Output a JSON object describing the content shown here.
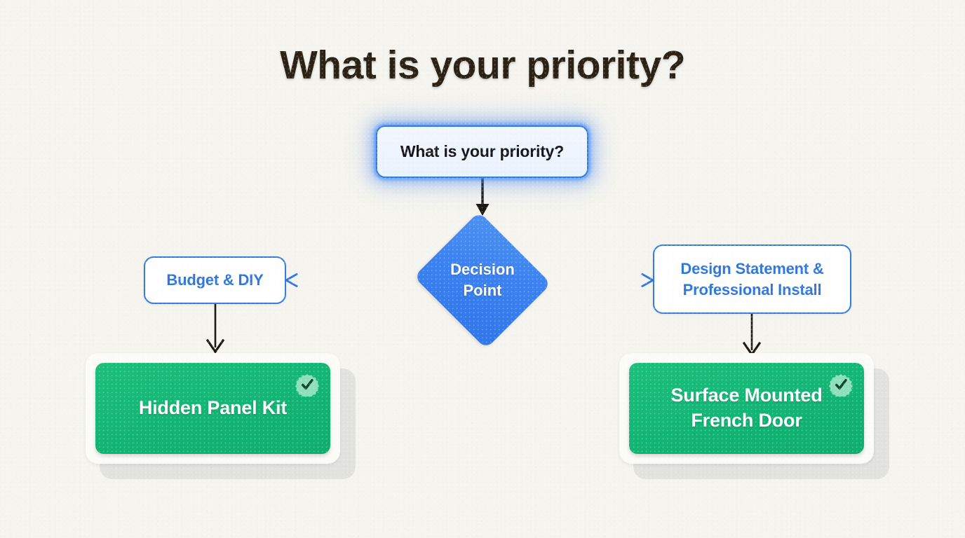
{
  "page": {
    "title": "What is your priority?",
    "background_color": "#f5f4ee",
    "title_color": "#2b2114"
  },
  "colors": {
    "accent_blue": "#3b82f1",
    "border_blue": "#2f7de1",
    "text_blue": "#2f77de",
    "success_green": "#11b473",
    "badge_green": "#7fdcaf",
    "arrow_dark": "#1d1a15",
    "card_paper": "#fbfbf8",
    "card_shadow": "#e2e2de"
  },
  "flowchart": {
    "type": "decision-tree",
    "root": {
      "label": "What is your priority?",
      "shape": "rounded-rect",
      "style": "glow"
    },
    "decision": {
      "label_line1": "Decision",
      "label_line2": "Point",
      "shape": "diamond"
    },
    "branches": [
      {
        "side": "left",
        "label": "Budget & DIY",
        "outcome": {
          "label_line1": "Hidden Panel Kit",
          "label_line2": "",
          "badge": "verified-check"
        }
      },
      {
        "side": "right",
        "label_line1": "Design Statement &",
        "label_line2": "Professional Install",
        "outcome": {
          "label_line1": "Surface Mounted",
          "label_line2": "French Door",
          "badge": "verified-check"
        }
      }
    ],
    "connectors": [
      {
        "from": "root",
        "to": "decision",
        "direction": "down",
        "style": "solid-dark"
      },
      {
        "from": "decision",
        "to": "branch-left",
        "direction": "left",
        "style": "blue-gradient"
      },
      {
        "from": "decision",
        "to": "branch-right",
        "direction": "right",
        "style": "blue-gradient"
      },
      {
        "from": "branch-left",
        "to": "outcome-left",
        "direction": "down",
        "style": "solid-dark"
      },
      {
        "from": "branch-right",
        "to": "outcome-right",
        "direction": "down",
        "style": "solid-dark"
      }
    ]
  }
}
